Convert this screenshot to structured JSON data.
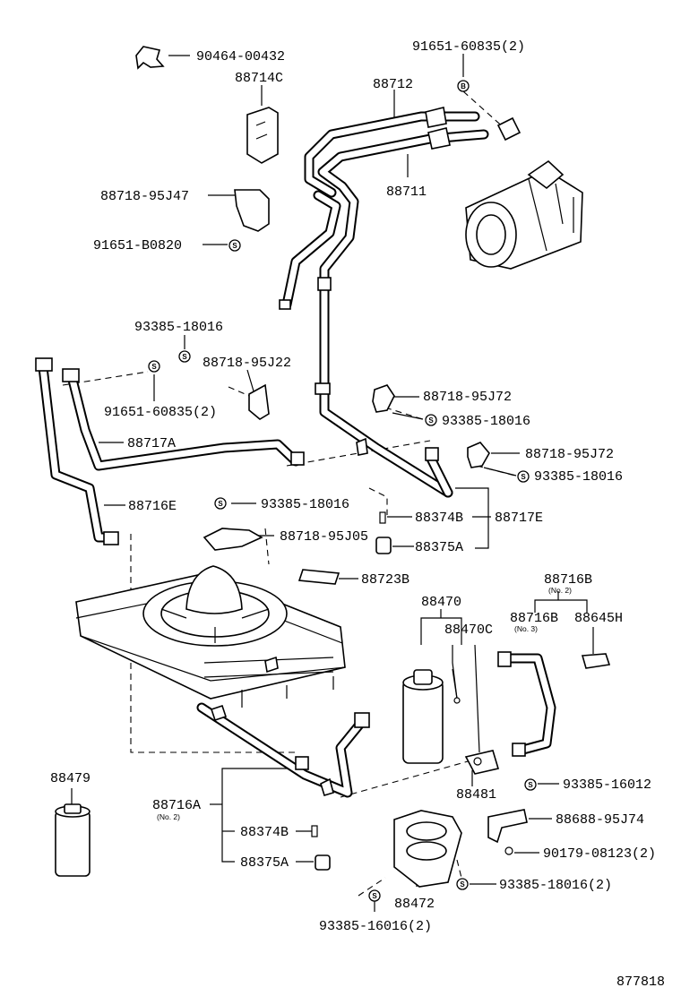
{
  "diagram_number": "877818",
  "symbols": {
    "s": "S",
    "b": "B"
  },
  "labels": {
    "p90464_00432": "90464-00432",
    "p88714C": "88714C",
    "p91651_60835_2_top": "91651-60835(2)",
    "p88712": "88712",
    "p88711": "88711",
    "p88718_95J47": "88718-95J47",
    "p91651_B0820": "91651-B0820",
    "p93385_18016_a": "93385-18016",
    "p88718_95J22": "88718-95J22",
    "p91651_60835_2_mid": "91651-60835(2)",
    "p88718_95J72_a": "88718-95J72",
    "p93385_18016_b": "93385-18016",
    "p88717A": "88717A",
    "p88718_95J72_b": "88718-95J72",
    "p93385_18016_c": "93385-18016",
    "p88716E": "88716E",
    "p93385_18016_d": "93385-18016",
    "p88374B_a": "88374B",
    "p88717E": "88717E",
    "p88718_95J05": "88718-95J05",
    "p88375A_a": "88375A",
    "p88723B": "88723B",
    "p88716B_no2": "88716B",
    "no2_a": "(No. 2)",
    "p88470": "88470",
    "p88716B_no3": "88716B",
    "no3": "(No. 3)",
    "p88645H": "88645H",
    "p88470C": "88470C",
    "p93385_16012": "93385-16012",
    "p88479": "88479",
    "p88481": "88481",
    "p88716A": "88716A",
    "no2_b": "(No. 2)",
    "p88688_95J74": "88688-95J74",
    "p88374B_b": "88374B",
    "p90179_08123_2": "90179-08123(2)",
    "p88375A_b": "88375A",
    "p93385_18016_2": "93385-18016(2)",
    "p88472": "88472",
    "p93385_16016_2": "93385-16016(2)"
  }
}
